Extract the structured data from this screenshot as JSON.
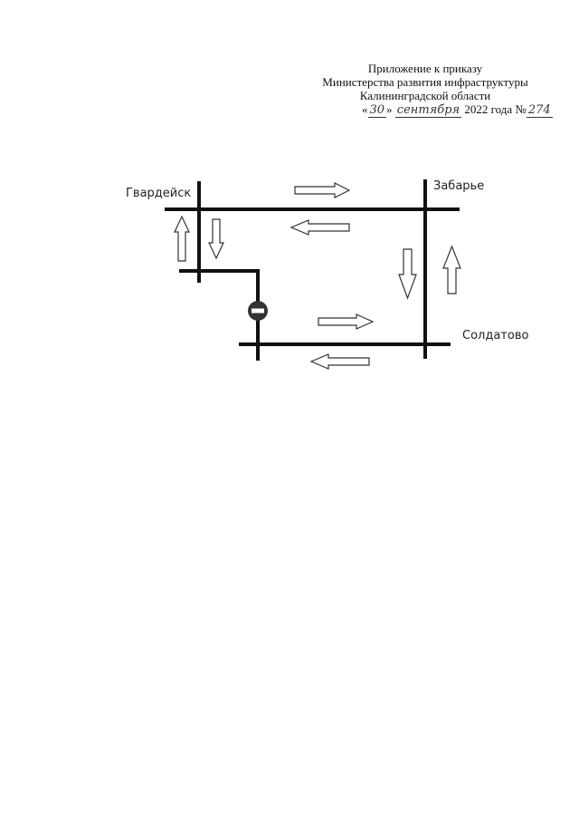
{
  "header": {
    "line1": "Приложение к приказу",
    "line2": "Министерства развития инфраструктуры",
    "line3": "Калининградской области",
    "date_open_quote": "«",
    "date_day": "30",
    "date_close_quote": "»",
    "date_month": "сентября",
    "date_year_text": "2022 года №",
    "date_number": "274"
  },
  "map": {
    "labels": {
      "gvardeysk": "Гвардейск",
      "zabarye": "Забарье",
      "soldatovo": "Солдатово"
    },
    "no_entry_sign_color": "#333333",
    "road_color": "#111111",
    "arrow_fill": "#ffffff"
  }
}
